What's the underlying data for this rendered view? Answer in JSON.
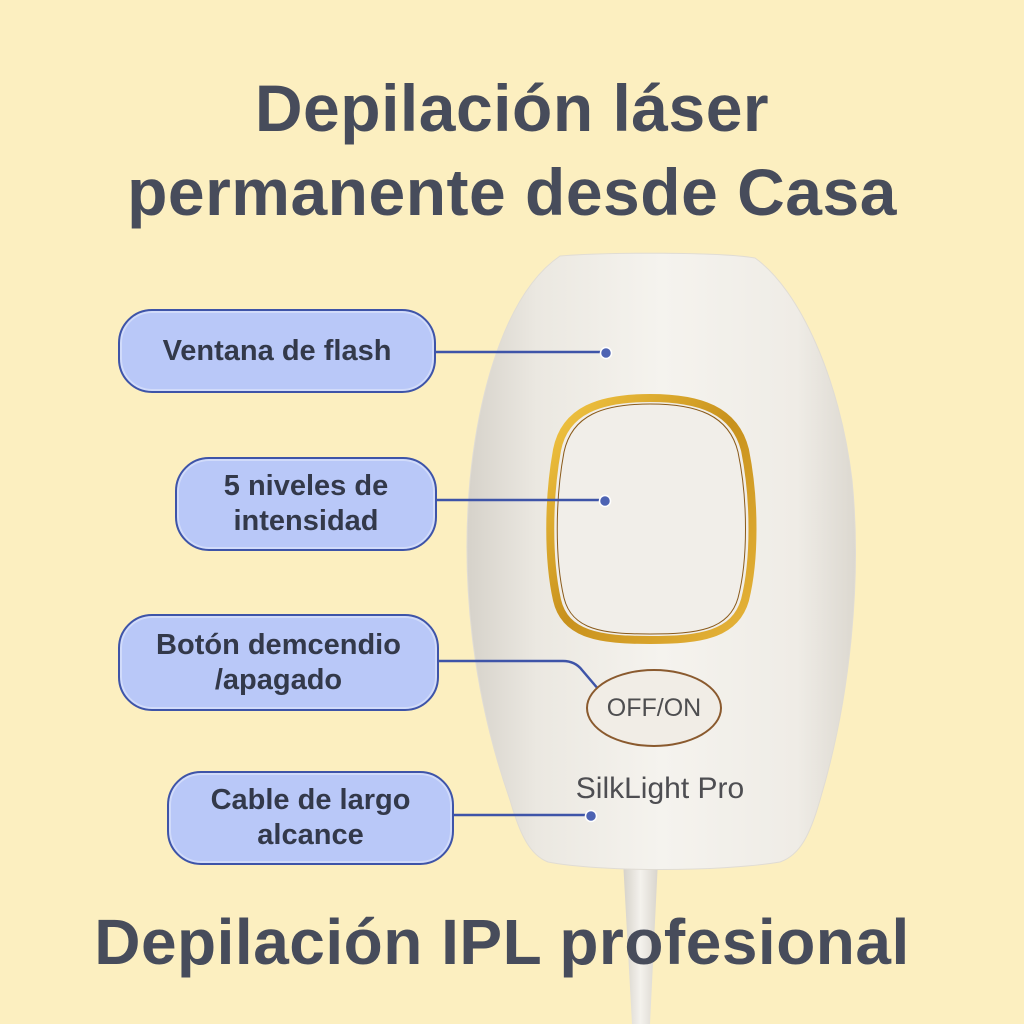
{
  "header": {
    "title_line1": "Depilación láser",
    "title_line2": "permanente desde Casa"
  },
  "callouts": [
    {
      "id": "flash",
      "lines": [
        "Ventana de flash"
      ]
    },
    {
      "id": "levels",
      "lines": [
        "5 niveles de",
        "intensidad"
      ]
    },
    {
      "id": "power",
      "lines": [
        "Botón demcendio",
        "/apagado"
      ]
    },
    {
      "id": "cable",
      "lines": [
        "Cable de largo",
        "alcance"
      ]
    }
  ],
  "device": {
    "power_button_label": "OFF/ON",
    "brand": "SilkLight Pro"
  },
  "footer": {
    "title": "Depilación IPL profesional"
  },
  "colors": {
    "background": "#fcefc0",
    "heading": "#474c5b",
    "callout_fill": "#b9c8f8",
    "callout_border": "#3e54a8",
    "leader_line": "#3e54a8",
    "gold_ring": "#c8911c",
    "device_body": "#f3f0ea"
  }
}
